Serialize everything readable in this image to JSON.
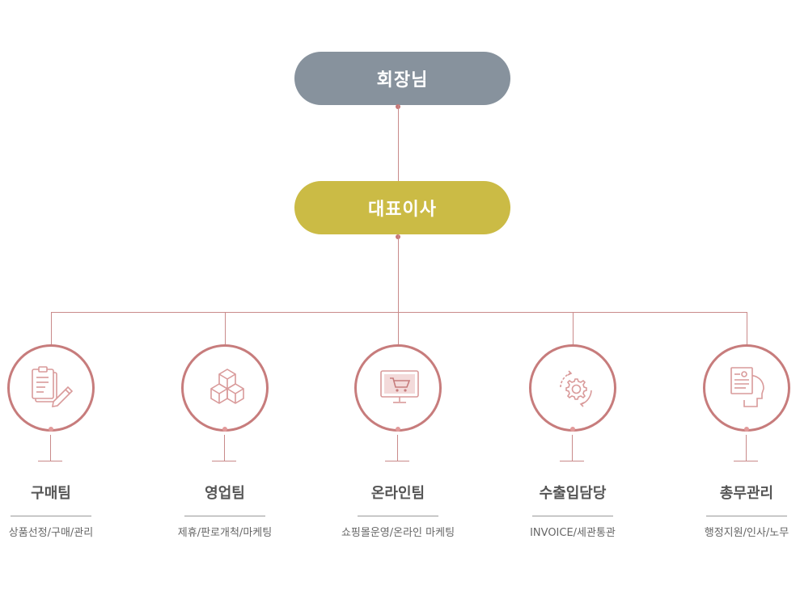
{
  "chairman": {
    "label": "회장님"
  },
  "ceo": {
    "label": "대표이사"
  },
  "departments": [
    {
      "name": "구매팀",
      "desc": "상품선정/구매/관리",
      "icon": "clipboard-pencil-icon"
    },
    {
      "name": "영업팀",
      "desc": "제휴/판로개척/마케팅",
      "icon": "cubes-icon"
    },
    {
      "name": "온라인팀",
      "desc": "쇼핑몰운영/온라인 마케팅",
      "icon": "monitor-cart-icon"
    },
    {
      "name": "수출입담당",
      "desc": "INVOICE/세관통관",
      "icon": "gear-cycle-icon"
    },
    {
      "name": "총무관리",
      "desc": "행정지원/인사/노무",
      "icon": "document-head-icon"
    }
  ],
  "colors": {
    "chairman_bg": "#87929d",
    "ceo_bg": "#cbbb45",
    "accent": "#c77c7c"
  }
}
